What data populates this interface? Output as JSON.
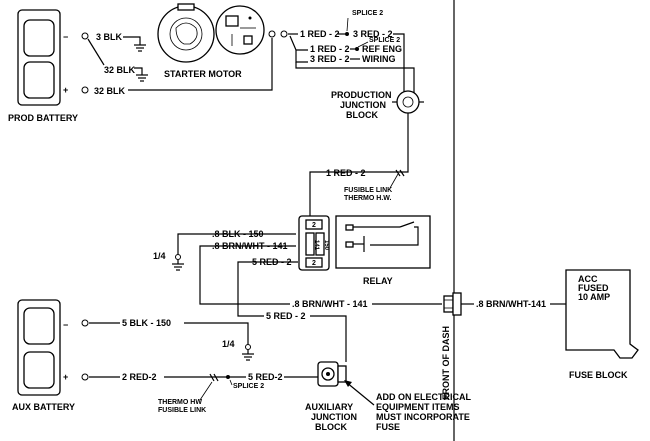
{
  "components": {
    "prod_battery": "PROD BATTERY",
    "aux_battery": "AUX BATTERY",
    "starter_motor": "STARTER MOTOR",
    "production_junction_block": [
      "PRODUCTION",
      "JUNCTION",
      "BLOCK"
    ],
    "relay": "RELAY",
    "auxiliary_junction_block": [
      "AUXILIARY",
      "JUNCTION",
      "BLOCK"
    ],
    "fuse_block": "FUSE BLOCK",
    "fuse_block_inner": [
      "ACC",
      "FUSED",
      "10 AMP"
    ],
    "front_of_dash": "FRONT OF DASH"
  },
  "wires": {
    "w_3blk": "3 BLK",
    "w_32blk_upper": "32 BLK",
    "w_32blk_lower": "32 BLK",
    "w_1red2_top": "1 RED - 2",
    "w_3red2_top": "3 RED - 2",
    "w_1red2_ref": "1 RED - 2",
    "ref_eng": "REF ENG",
    "w_3red2_wiring": "3 RED - 2",
    "wiring": "WIRING",
    "w_1red2_mid": "1 RED - 2",
    "w_8blk150": ".8 BLK - 150",
    "w_8brnwht141_relay": ".8 BRN/WHT - 141",
    "w_5red2_relay": "5 RED - 2",
    "w_8brnwht141_long": ".8 BRN/WHT - 141",
    "w_8brnwht141_dash": ".8 BRN/WHT-141",
    "w_5red2_aux": "5 RED - 2",
    "w_5blk150": "5 BLK - 150",
    "w_2red2": "2 RED-2",
    "w_5red2_aux_bot": "5 RED-2",
    "ground_upper": "1/4",
    "ground_lower": "1/4"
  },
  "labels": {
    "splice2_top": "SPLICE 2",
    "splice2_ref": "SPLICE 2",
    "splice2_bottom": "SPLICE 2",
    "fusible_link": [
      "FUSIBLE LINK",
      "THERMO H.W."
    ],
    "thermo_hw": [
      "THERMO HW",
      "FUSIBLE LINK"
    ],
    "add_on": [
      "ADD ON ELECTRICAL",
      "EQUIPMENT ITEMS",
      "MUST INCORPORATE",
      "FUSE"
    ],
    "relay_pin_top": "2",
    "relay_pin_141": "141",
    "relay_pin_150": "150",
    "relay_pin_bottom": "2",
    "batt_minus": "−",
    "batt_plus": "+"
  }
}
